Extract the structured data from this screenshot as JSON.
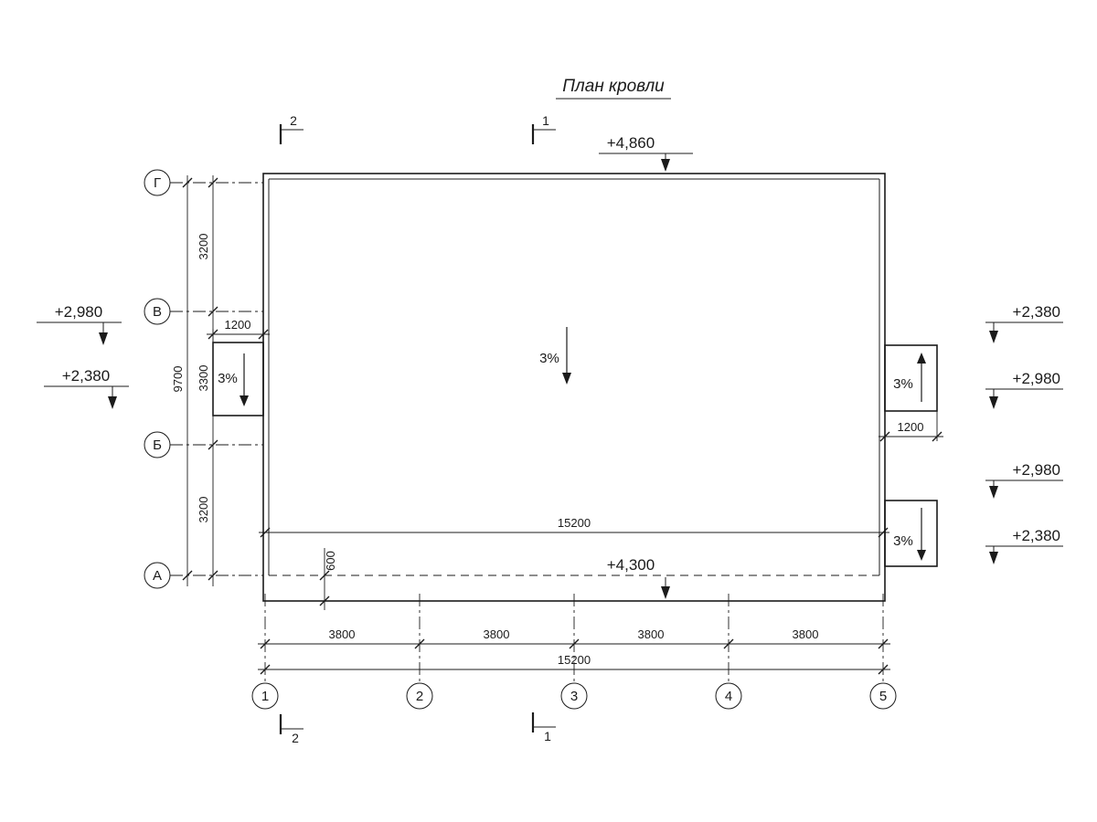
{
  "title": "План кровли",
  "section_marks": {
    "cut_1": "1",
    "cut_2": "2"
  },
  "axes": {
    "rows": [
      "Г",
      "В",
      "Б",
      "А"
    ],
    "cols": [
      "1",
      "2",
      "3",
      "4",
      "5"
    ]
  },
  "elevations": {
    "ridge": "+4,860",
    "eave": "+4,300",
    "left": [
      "+2,980",
      "+2,380"
    ],
    "right": [
      "+2,380",
      "+2,980",
      "+2,980",
      "+2,380"
    ]
  },
  "slopes": {
    "main": "3%",
    "left_canopy": "3%",
    "right_upper_canopy": "3%",
    "right_lower_canopy": "3%"
  },
  "dims": {
    "left": [
      "3200",
      "3300",
      "3200"
    ],
    "left_total": "9700",
    "bottom": [
      "3800",
      "3800",
      "3800",
      "3800"
    ],
    "bottom_total": "15200",
    "inner_width": "15200",
    "left_canopy": "1200",
    "right_canopy": "1200",
    "overhang": "600"
  }
}
